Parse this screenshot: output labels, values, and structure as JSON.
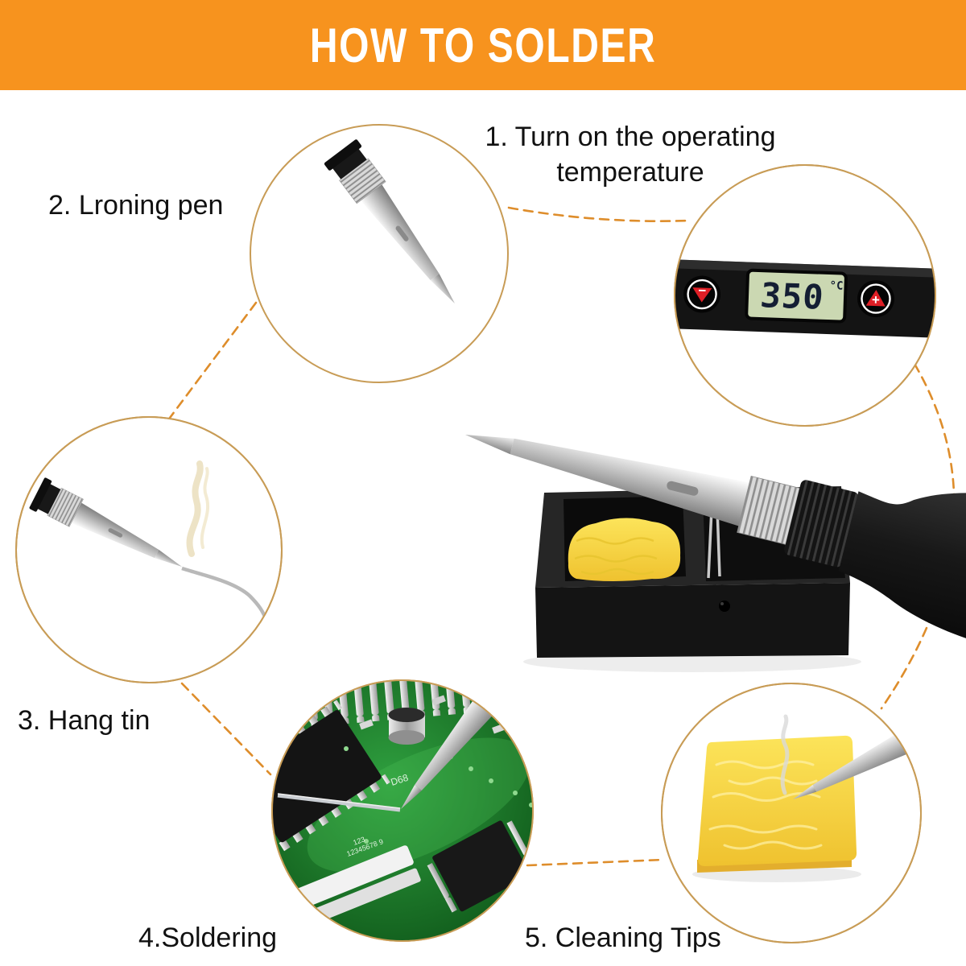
{
  "banner": {
    "title": "HOW TO SOLDER"
  },
  "steps": [
    {
      "num": "1",
      "label_line1": "1. Turn on the operating",
      "label_line2": "temperature"
    },
    {
      "num": "2",
      "label": "2. Lroning pen"
    },
    {
      "num": "3",
      "label": "3. Hang tin"
    },
    {
      "num": "4",
      "label": "4.Soldering"
    },
    {
      "num": "5",
      "label": "5. Cleaning Tips"
    }
  ],
  "temperature_display": {
    "value": "350",
    "unit": "°C",
    "decrease_button": "−",
    "increase_button": "+"
  },
  "pcb_silkscreen": {
    "label1": "D68",
    "label2": "123",
    "label3": "12345678 9"
  },
  "icons": {
    "decrease": "red-triangle-down-minus-icon",
    "increase": "red-triangle-up-plus-icon"
  },
  "colors": {
    "banner_bg": "#F7931E",
    "banner_text": "#FFFFFF",
    "label_text": "#111111",
    "circle_stroke": "#C89C56",
    "connector": "#DE8D2B",
    "lcd_bg": "#CBD8B2",
    "lcd_text": "#141E33",
    "button_red": "#DF1F26",
    "pcb_green": "#157824",
    "sponge_yellow": "#F7D33F",
    "stand_black": "#1D1D1D",
    "metal_silver": "#C9C9C9"
  }
}
